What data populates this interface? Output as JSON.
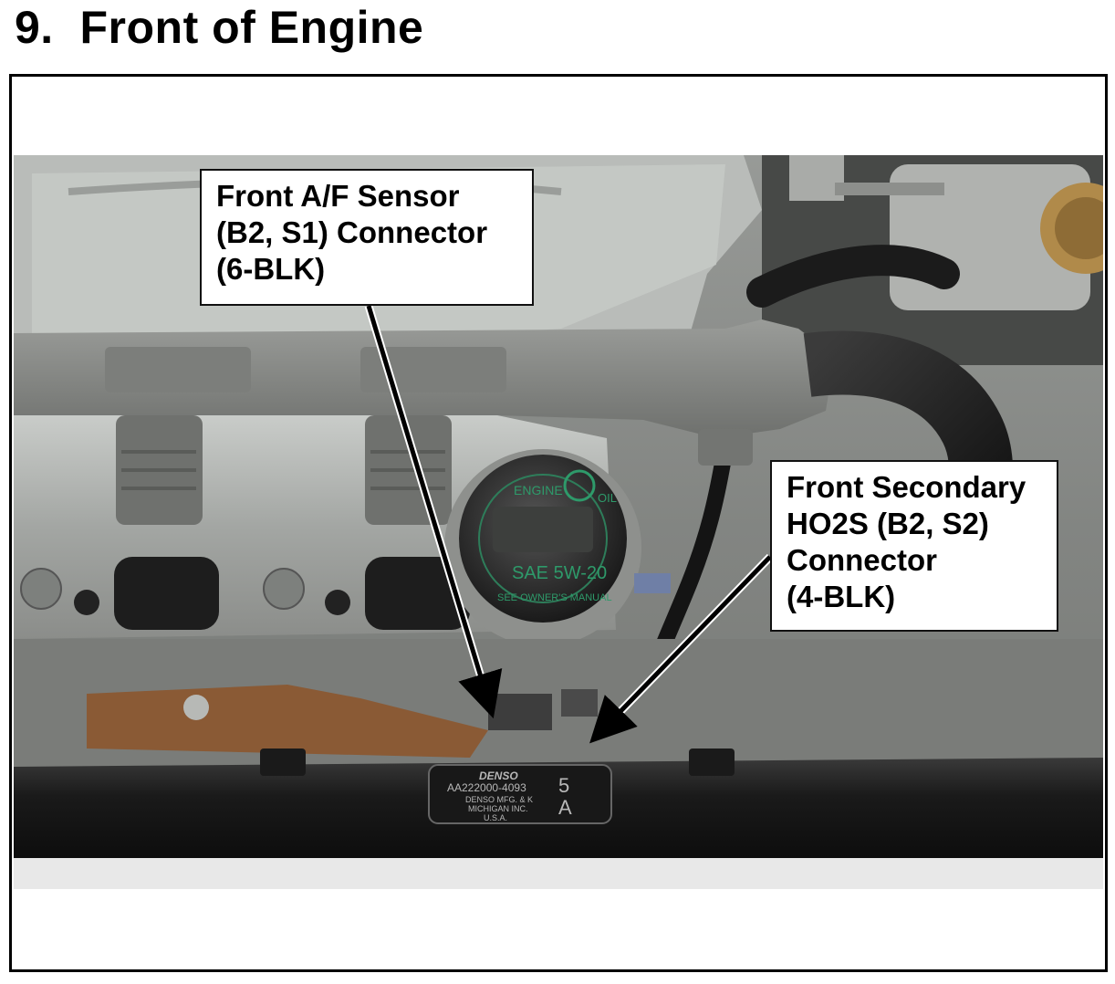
{
  "heading": "9.  Front of Engine",
  "callouts": {
    "af_sensor": {
      "line1": "Front A/F Sensor",
      "line2": "(B2, S1) Connector",
      "line3": "(6-BLK)"
    },
    "ho2s": {
      "line1": "Front Secondary",
      "line2": "HO2S (B2, S2)",
      "line3": "Connector",
      "line4": "(4-BLK)"
    }
  },
  "photo_text": {
    "cap_top_left": "ENGINE",
    "cap_top_right": "OIL",
    "cap_oil": "SAE 5W-20",
    "cap_bottom": "SEE OWNER'S MANUAL",
    "plate_brand": "DENSO",
    "plate_part": "AA222000-4093",
    "plate_mfg": "DENSO MFG. & K",
    "plate_loc": "MICHIGAN INC.",
    "plate_country": "U.S.A.",
    "plate_num": "5",
    "plate_letter": "A"
  },
  "colors": {
    "frame": "#000000",
    "callout_bg": "#ffffff",
    "engine_metal": "#a8aaa8",
    "cover_gray": "#8a8c89",
    "crossmember": "#1c1c1c"
  }
}
